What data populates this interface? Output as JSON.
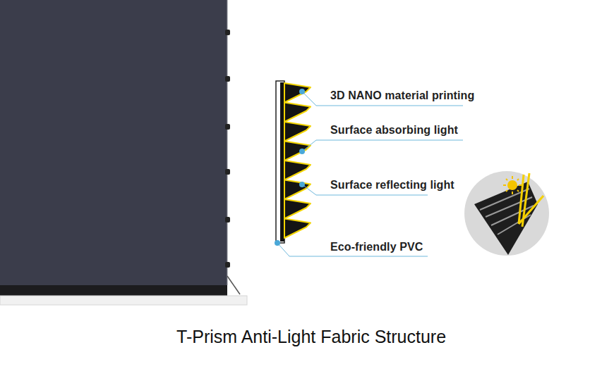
{
  "diagram": {
    "caption": "T-Prism Anti-Light Fabric Structure",
    "labels": [
      "3D NANO material printing",
      "Surface absorbing light",
      "Surface reflecting light",
      "Eco-friendly PVC"
    ]
  }
}
